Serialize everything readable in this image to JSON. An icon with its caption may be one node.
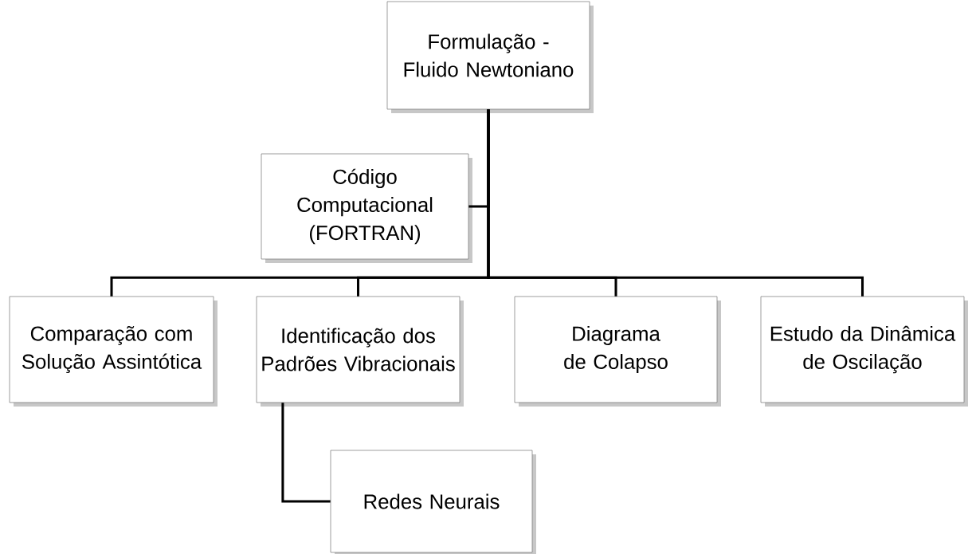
{
  "diagram": {
    "nodes": [
      {
        "text": [
          "Formulação - Fluido Newtoniano"
        ]
      },
      {
        "text": [
          "Código Computacional (FORTRAN)"
        ]
      },
      {
        "text": [
          "Comparação com Solução Assintótica"
        ]
      },
      {
        "text": [
          "Identificação dos Padrões Vibracionais"
        ]
      },
      {
        "text": [
          "Diagrama de Colapso"
        ]
      },
      {
        "text": [
          "Estudo da Dinâmica de Oscilação"
        ]
      },
      {
        "text": [
          "Redes Neurais"
        ]
      }
    ],
    "edges": [
      {
        "from": 0,
        "to": 1,
        "arrow": "none"
      },
      {
        "from": 0,
        "to": 2,
        "arrow": "none"
      },
      {
        "from": 0,
        "to": 3,
        "arrow": "none"
      },
      {
        "from": 0,
        "to": 4,
        "arrow": "none"
      },
      {
        "from": 0,
        "to": 5,
        "arrow": "none"
      },
      {
        "from": 3,
        "to": 6,
        "arrow": "none"
      }
    ]
  }
}
